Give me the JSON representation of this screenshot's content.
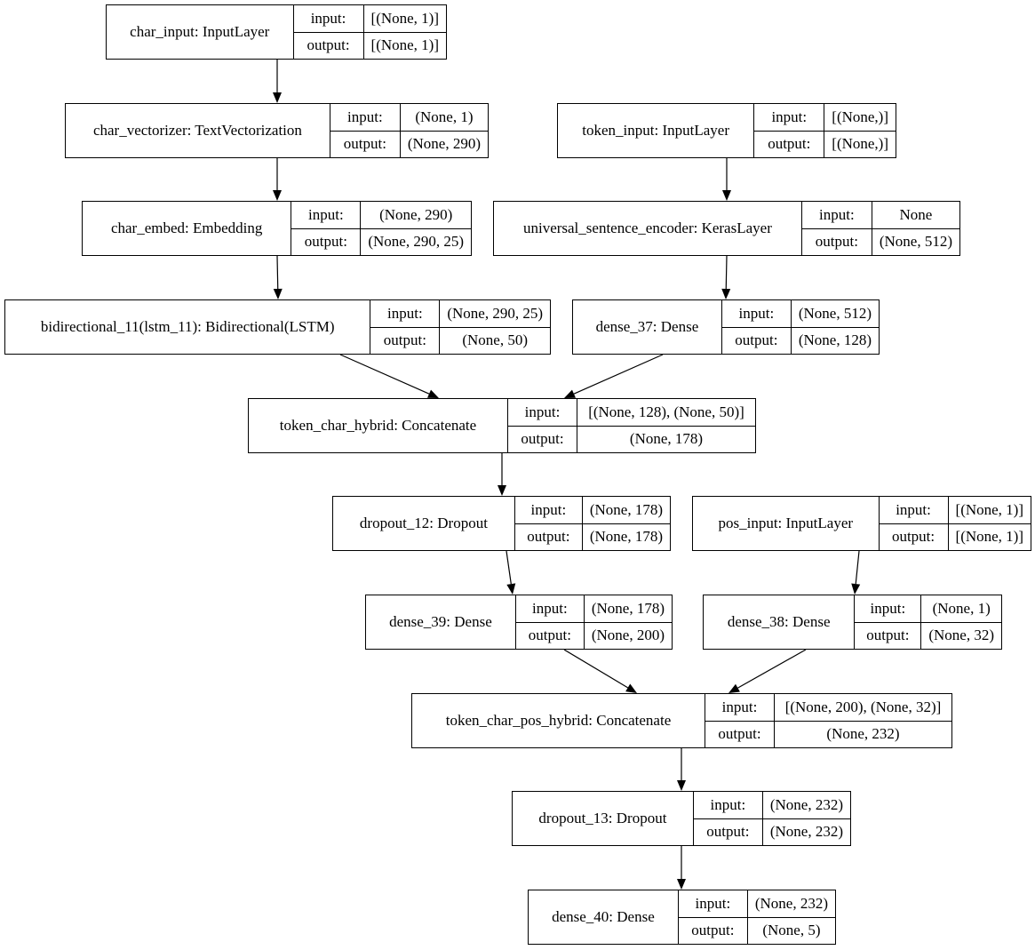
{
  "labels": {
    "input": "input:",
    "output": "output:"
  },
  "nodes": [
    {
      "id": "char_input",
      "name": "char_input: InputLayer",
      "input": "[(None, 1)]",
      "output": "[(None, 1)]"
    },
    {
      "id": "char_vectorizer",
      "name": "char_vectorizer: TextVectorization",
      "input": "(None, 1)",
      "output": "(None, 290)"
    },
    {
      "id": "token_input",
      "name": "token_input: InputLayer",
      "input": "[(None,)]",
      "output": "[(None,)]"
    },
    {
      "id": "char_embed",
      "name": "char_embed: Embedding",
      "input": "(None, 290)",
      "output": "(None, 290, 25)"
    },
    {
      "id": "use",
      "name": "universal_sentence_encoder: KerasLayer",
      "input": "None",
      "output": "(None, 512)"
    },
    {
      "id": "bidirectional_11",
      "name": "bidirectional_11(lstm_11): Bidirectional(LSTM)",
      "input": "(None, 290, 25)",
      "output": "(None, 50)"
    },
    {
      "id": "dense_37",
      "name": "dense_37: Dense",
      "input": "(None, 512)",
      "output": "(None, 128)"
    },
    {
      "id": "token_char_hybrid",
      "name": "token_char_hybrid: Concatenate",
      "input": "[(None, 128), (None, 50)]",
      "output": "(None, 178)"
    },
    {
      "id": "dropout_12",
      "name": "dropout_12: Dropout",
      "input": "(None, 178)",
      "output": "(None, 178)"
    },
    {
      "id": "pos_input",
      "name": "pos_input: InputLayer",
      "input": "[(None, 1)]",
      "output": "[(None, 1)]"
    },
    {
      "id": "dense_39",
      "name": "dense_39: Dense",
      "input": "(None, 178)",
      "output": "(None, 200)"
    },
    {
      "id": "dense_38",
      "name": "dense_38: Dense",
      "input": "(None, 1)",
      "output": "(None, 32)"
    },
    {
      "id": "token_char_pos_hybrid",
      "name": "token_char_pos_hybrid: Concatenate",
      "input": "[(None, 200), (None, 32)]",
      "output": "(None, 232)"
    },
    {
      "id": "dropout_13",
      "name": "dropout_13: Dropout",
      "input": "(None, 232)",
      "output": "(None, 232)"
    },
    {
      "id": "dense_40",
      "name": "dense_40: Dense",
      "input": "(None, 232)",
      "output": "(None, 5)"
    }
  ],
  "edges": [
    {
      "from": "char_input",
      "to": "char_vectorizer"
    },
    {
      "from": "char_vectorizer",
      "to": "char_embed"
    },
    {
      "from": "char_embed",
      "to": "bidirectional_11"
    },
    {
      "from": "token_input",
      "to": "use"
    },
    {
      "from": "use",
      "to": "dense_37"
    },
    {
      "from": "bidirectional_11",
      "to": "token_char_hybrid"
    },
    {
      "from": "dense_37",
      "to": "token_char_hybrid"
    },
    {
      "from": "token_char_hybrid",
      "to": "dropout_12"
    },
    {
      "from": "dropout_12",
      "to": "dense_39"
    },
    {
      "from": "pos_input",
      "to": "dense_38"
    },
    {
      "from": "dense_39",
      "to": "token_char_pos_hybrid"
    },
    {
      "from": "dense_38",
      "to": "token_char_pos_hybrid"
    },
    {
      "from": "token_char_pos_hybrid",
      "to": "dropout_13"
    },
    {
      "from": "dropout_13",
      "to": "dense_40"
    }
  ]
}
